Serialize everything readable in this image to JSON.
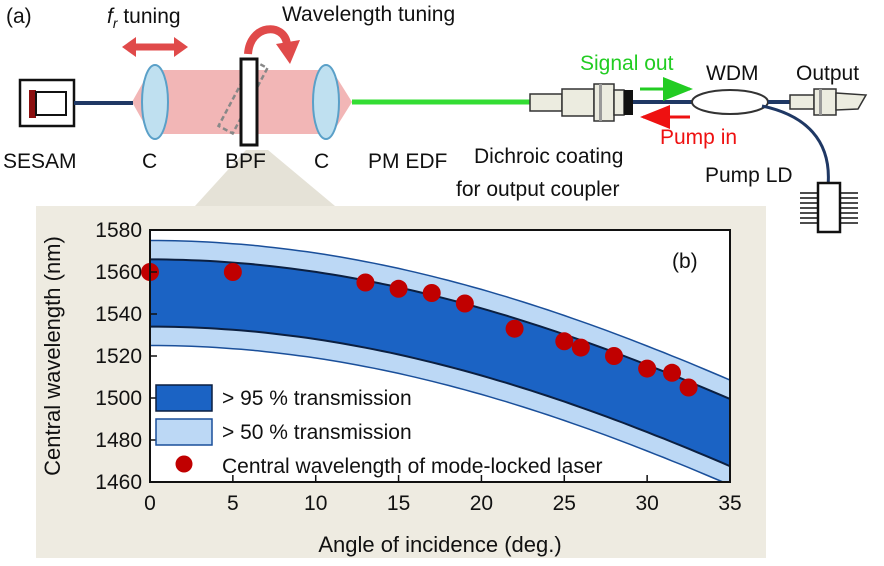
{
  "panel_a": {
    "label": "(a)",
    "fr_tuning": {
      "symbol": "f",
      "subscript": "r",
      "text": " tuning"
    },
    "wavelength_tuning": "Wavelength tuning",
    "components": {
      "sesam": "SESAM",
      "collimator_1": "C",
      "bpf": "BPF",
      "collimator_2": "C",
      "pm_edf": "PM EDF",
      "dichroic_line1": "Dichroic coating",
      "dichroic_line2": "for output coupler",
      "signal_out": "Signal out",
      "pump_in": "Pump in",
      "wdm": "WDM",
      "output": "Output",
      "pump_ld": "Pump LD"
    },
    "colors": {
      "beam": "#f2b6b6",
      "fiber": "#1f3864",
      "edf": "#33dd33",
      "arrow_red": "#e04a4a",
      "signal_green": "#22cc22",
      "pump_red": "#ee1111",
      "lens": "#bfe0f0"
    }
  },
  "chart_data": {
    "type": "area",
    "panel_label": "(b)",
    "xlabel": "Angle of incidence (deg.)",
    "ylabel": "Central wavelength (nm)",
    "xlim": [
      0,
      35
    ],
    "ylim": [
      1460,
      1580
    ],
    "xticks": [
      0,
      5,
      10,
      15,
      20,
      25,
      30,
      35
    ],
    "yticks": [
      1460,
      1480,
      1500,
      1520,
      1540,
      1560,
      1580
    ],
    "grid": false,
    "legend_position": "bottom-left",
    "center_wavelength_at_zero": 1550,
    "effective_index": 1.98,
    "bands": [
      {
        "name": "> 50 % transmission",
        "half_width_nm": 25,
        "color": "#bcd8f5"
      },
      {
        "name": "> 95 % transmission",
        "half_width_nm": 16,
        "color": "#1b63c4"
      }
    ],
    "series": [
      {
        "name": "Central wavelength of mode-locked laser",
        "type": "scatter",
        "color": "#c00000",
        "x": [
          0,
          5,
          13,
          15,
          17,
          19,
          22,
          25,
          26,
          28,
          30,
          31.5,
          32.5
        ],
        "y": [
          1560,
          1560,
          1555,
          1552,
          1550,
          1545,
          1533,
          1527,
          1524,
          1520,
          1514,
          1512,
          1505
        ]
      }
    ]
  }
}
